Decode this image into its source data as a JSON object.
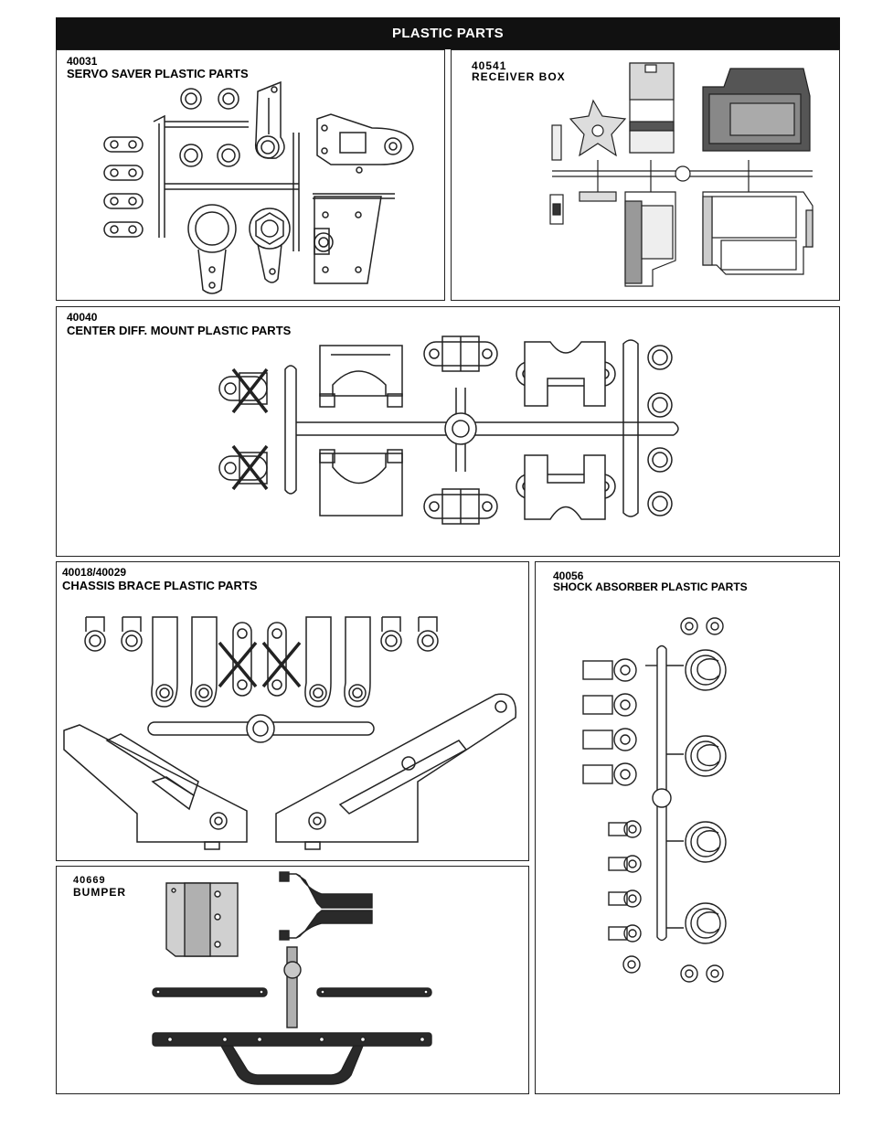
{
  "header": {
    "title": "PLASTIC PARTS"
  },
  "panels": {
    "servo_saver": {
      "code": "40031",
      "name": "SERVO SAVER PLASTIC PARTS"
    },
    "receiver_box": {
      "code": "40541",
      "name": "RECEIVER BOX"
    },
    "center_diff": {
      "code": "40040",
      "name": "CENTER DIFF. MOUNT PLASTIC PARTS"
    },
    "chassis_brace": {
      "code": "40018/40029",
      "name": "CHASSIS BRACE PLASTIC PARTS"
    },
    "shock_absorber": {
      "code": "40056",
      "name": "SHOCK ABSORBER PLASTIC PARTS"
    },
    "bumper": {
      "code": "40669",
      "name": "BUMPER"
    }
  },
  "colors": {
    "header_bg": "#111111",
    "line": "#222222",
    "part_fill": "#ffffff",
    "dark_part": "#2a2a2a",
    "gray_part": "#bdbdbd"
  }
}
